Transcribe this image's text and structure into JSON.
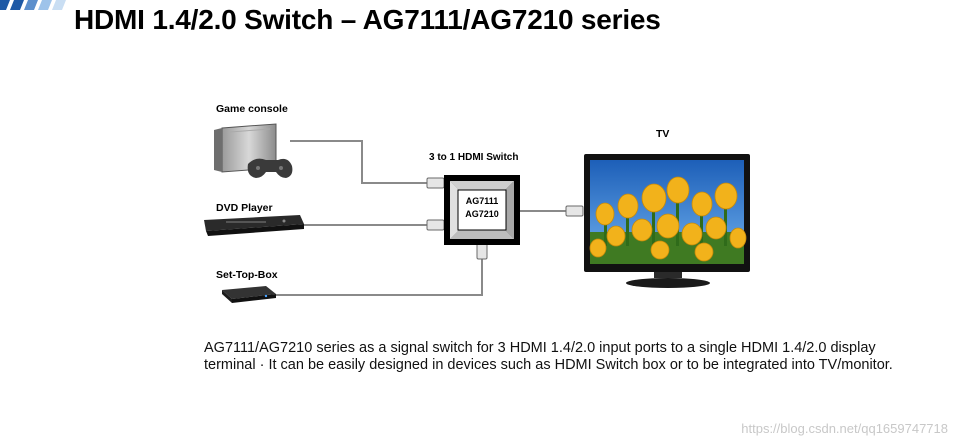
{
  "page": {
    "title": "HDMI 1.4/2.0 Switch – AG7111/AG7210 series"
  },
  "diagram": {
    "devices": {
      "game_console": "Game console",
      "dvd_player": "DVD Player",
      "set_top_box": "Set-Top-Box",
      "tv": "TV"
    },
    "switch": {
      "heading": "3 to 1 HDMI Switch",
      "chip_line1": "AG7111",
      "chip_line2": "AG7210"
    },
    "colors": {
      "cable": "#8a8a8a",
      "switch_frame": "#000000",
      "tv_bezel": "#111111",
      "sky": "#2f7fd6",
      "tulip": "#f2b21b",
      "accent_blue": "#1f5aa6",
      "accent_light": "#9ec3ea"
    }
  },
  "caption": {
    "text": "AG7111/AG7210 series as a signal switch for 3 HDMI 1.4/2.0 input ports to a single HDMI 1.4/2.0 display terminal · It can be easily designed in devices such as HDMI Switch box or to be integrated into TV/monitor."
  },
  "watermark": {
    "text": "https://blog.csdn.net/qq1659747718"
  }
}
